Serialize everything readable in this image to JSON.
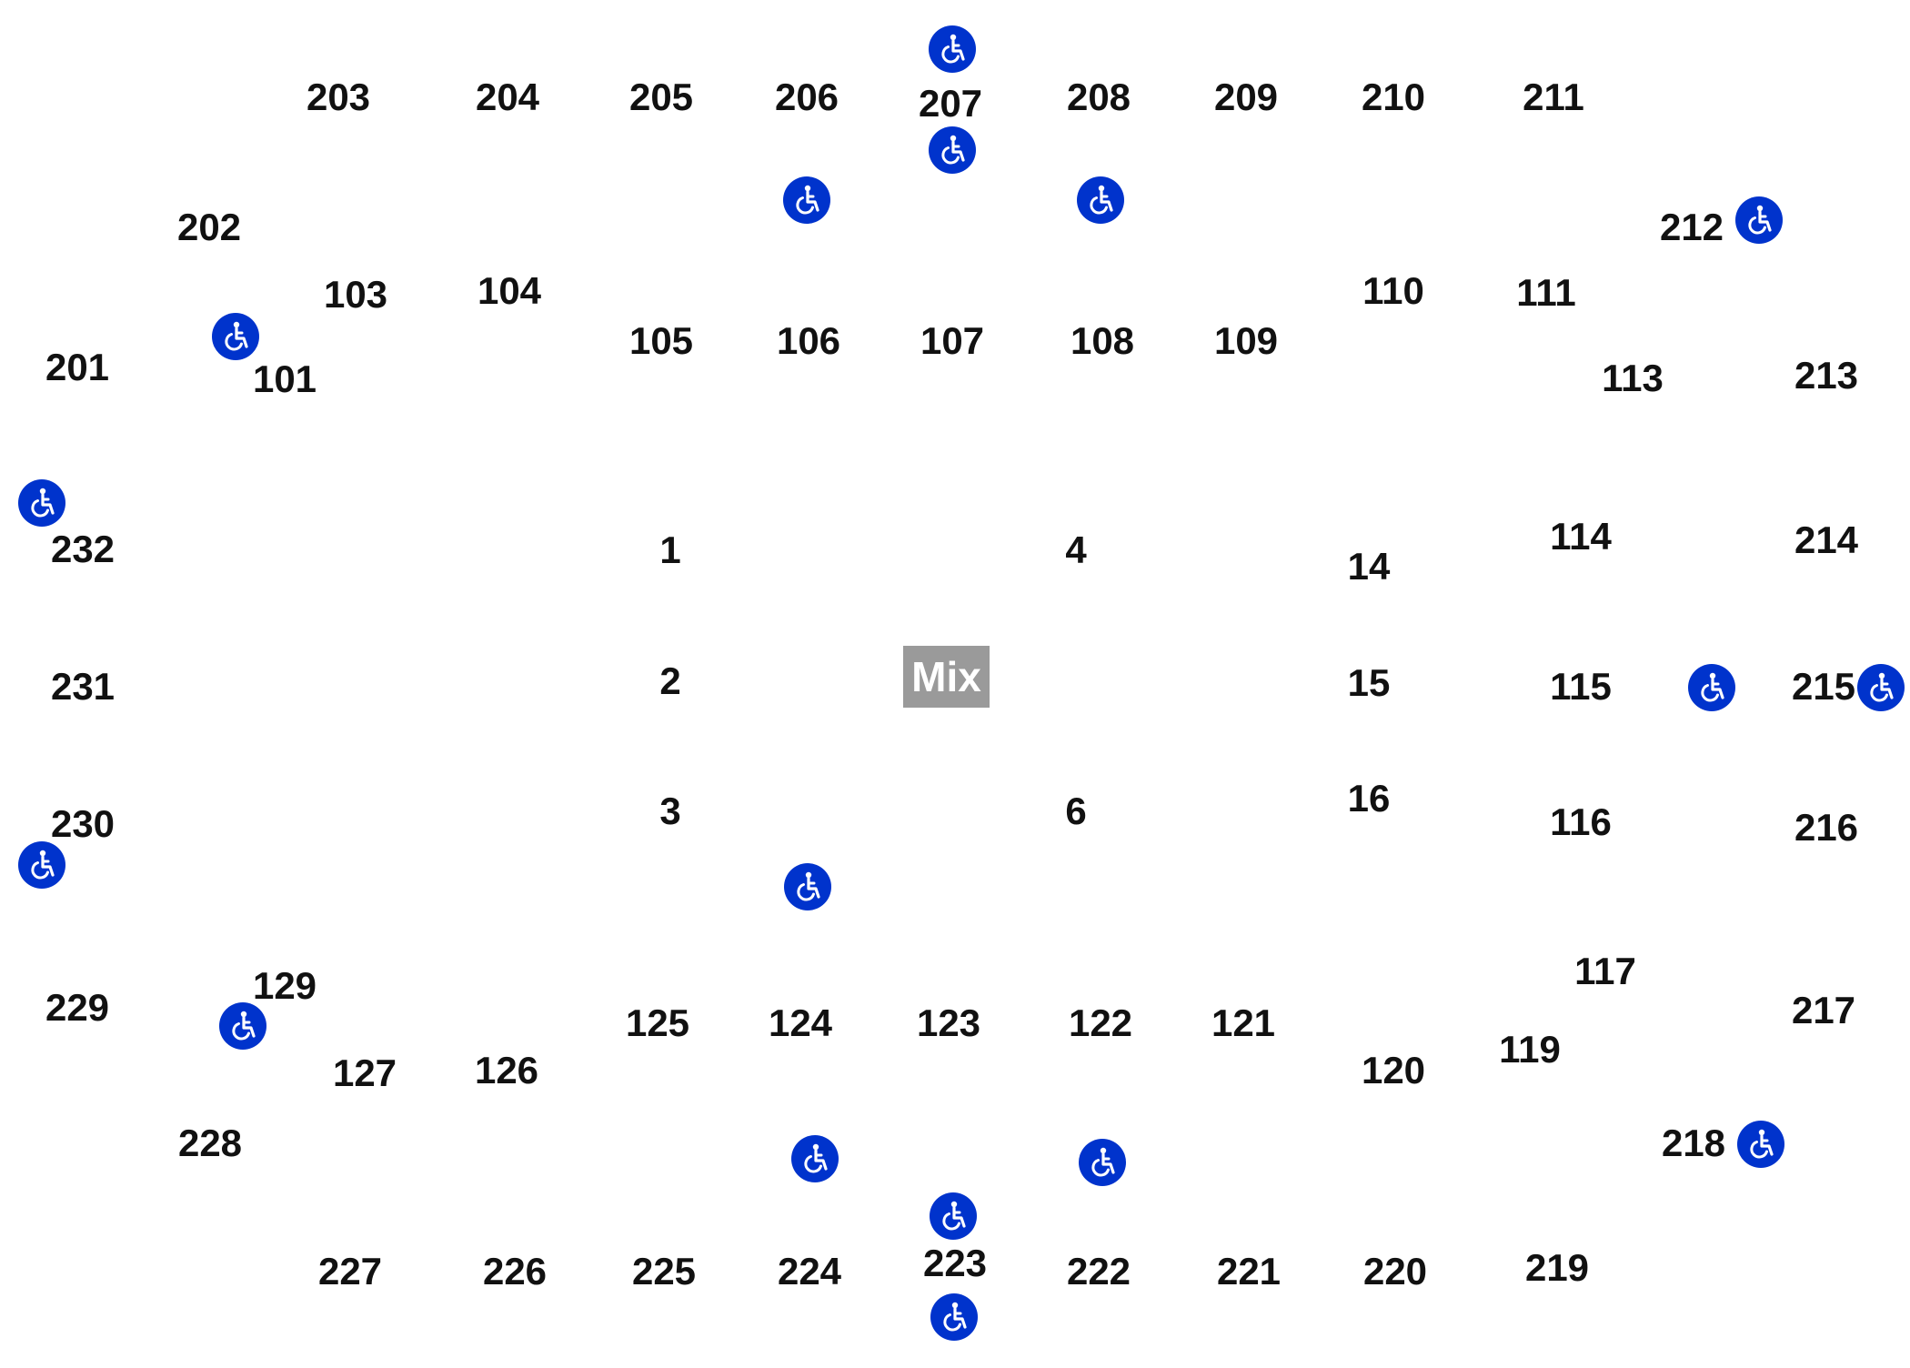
{
  "colors": {
    "label": "#111111",
    "accessible_icon_bg": "#0033cc",
    "accessible_icon_fg": "#ffffff",
    "mix_bg": "#9a9a9a",
    "mix_fg": "#ffffff"
  },
  "icon": "wheelchair-icon",
  "mix_label": "Mix",
  "sections": [
    "203",
    "204",
    "205",
    "206",
    "207",
    "208",
    "209",
    "210",
    "211",
    "202",
    "212",
    "103",
    "104",
    "110",
    "111",
    "201",
    "101",
    "105",
    "106",
    "107",
    "108",
    "109",
    "113",
    "213",
    "232",
    "1",
    "4",
    "14",
    "114",
    "214",
    "231",
    "2",
    "15",
    "115",
    "215",
    "230",
    "3",
    "6",
    "16",
    "116",
    "216",
    "229",
    "129",
    "117",
    "217",
    "125",
    "124",
    "123",
    "122",
    "121",
    "127",
    "126",
    "120",
    "119",
    "228",
    "218",
    "223",
    "227",
    "226",
    "225",
    "224",
    "222",
    "221",
    "220",
    "219"
  ]
}
